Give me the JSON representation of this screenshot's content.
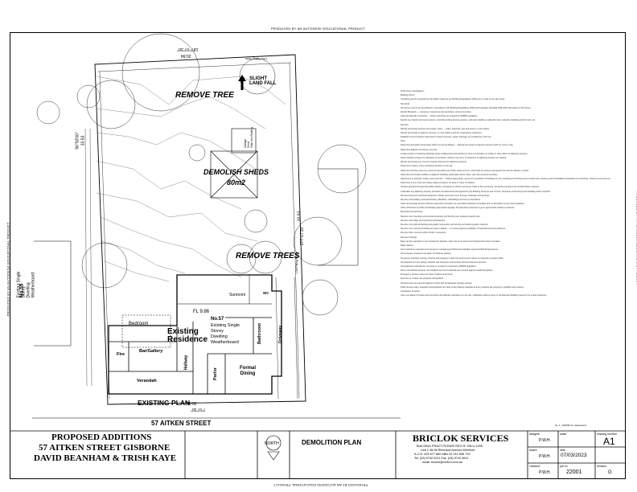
{
  "watermark": "PRODUCED BY AN AUTODESK EDUCATIONAL PRODUCT",
  "plan": {
    "remove_tree_top": "REMOVE TREE",
    "slight_land_fall": "SLIGHT\nLAND FALL",
    "demolish_sheds": "DEMOLISH SHEDS",
    "demolish_area": "80m2",
    "remove_trees": "REMOVE TREES",
    "sunroom": "Sunroom",
    "fl_level": "FL 9.86",
    "bedroom": "Bedroom",
    "bar_gallery": "Bar/Gallery",
    "fire": "Fire",
    "verandah": "Verandah",
    "hallway": "Hallway",
    "parlor": "Parlor",
    "formal_dining": "Formal\nDining",
    "bathroom": "Bathroom",
    "wc": "WC",
    "driveway": "Driveway",
    "existing_residence": "Existing\nResidence",
    "house_no": "No.57",
    "house_desc": "Existing Single\nStorey\nDwelling\nWeatherboard",
    "neighbour_no": "No.55",
    "neighbour_desc": "Existing Single\nStorey\nDwelling\nWeatherboard",
    "existing_plan": "EXISTING PLAN",
    "street": "57 AITKEN STREET",
    "bearing_top": "187°07'30\"",
    "dim_top": "20.84",
    "bearing_left": "96°50'00\"",
    "dim_left": "33.53",
    "bearing_right": "277°17'30\"",
    "dim_right": "33.53",
    "bearing_bottom": "7°07'30\"",
    "dim_bottom": "20.95",
    "fence_top": "1.5m Paling Fence",
    "fence_side": "1.5m Paling Fence",
    "carport": "Garage\nShed\nGalv Iron Roofing"
  },
  "notes": [
    "Preliminary investigations",
    "Building Permit",
    "A building permit is required for demolition works as per Building Regulations 2006 prior to start of any site works.",
    "Structural",
    "Structures need to be demolished in accordance with Building Regulations 2006 and Australian Standard 2601-2001 Demolition of Structures.",
    "Identify Bequests — Licensing, Insurances and secondary voting Committee.",
    "Liaise Ecofriendly Contractor — Notify authorities as required by WMMS legislation.",
    "Identify any hazard structural systems, wind dismantling fencing systems, asbestos cladding residential roofs, asbestos cladding parrish roofs, etc.",
    "Services",
    "Identify and locate services and supply mains — water, electricity, gas and sewer or sub-surface.",
    "Identify and locate emergency services, ie. Fire stations and fire suppression equipment.",
    "Establish survey locations and extent of street services, sewer, drainage, air conditioning, LPG etc.",
    "Sites",
    "Determine demolition parameters will be set out as follows — Identify and retain contiguous services within or entry to site.",
    "Determine adjacent structures near site.",
    "Locate position of retaining (parking) where building being demolished is close to boundary or is likely to have effect on adjoining property.",
    "Notify building surveyor for allocation of protection notices if any form of protection of adjoining property is required.",
    "Identify and locate any common support structure for adjoining property.",
    "Determine location of any underground tanks on the site.",
    "Determine whether and entry points for demolition and other equipment etc. and locate for access and egress from site for delivery of plant.",
    "Assemble and install condition of adjacent buildings particularly where close, upon the property boundary.",
    "Attachment to principal, trades report and site — Where appropriate, secure the properties of buildings for the monitoring of existing items to determine cracking and consolidation associated to monitoring, vertical movements etc.",
    "Determine every, notes and safety safety provisions for area or many of resident.",
    "Surface pipework through Demolition Works in Progress to clients and as per State to the monitoring. Temporary fencing to be erected where required.",
    "Undertake any adjoining property protection as determined and agreed by the Building Surveyor and consult. Temporary and fencing and hoarding where required.",
    "Remove loose and unlocked equipment, fittings and roofs out in fencing, brick/wall, and awnings.",
    "Remove and (loading external sheeting, alteration, outbuildings and sent to site/clients.",
    "Close all openings present (themes improved) removal by an accredited asbestos removalist prior to demolition as per local regulation.",
    "Close off access to public and Display appropriate signage. All requested protection to go in appropriate resulting measures.",
    "Removal Internal Fixing.",
    "Remove roof coverings and provide temporary soft fencing over existing property tops.",
    "Remove secondary and unprotect hydrants/prior",
    "Remove and uplift all flashing and guilder temporarily soft fencing and existing gutters required.",
    "Remove roof covering including any fuser material — to ensure against possibility of materials becoming airborne.",
    "Remove brick, structure either timber to structure.",
    "Remove Footings",
    "Begin all site operations to be checked for hazards, clean site entry points and infrastructure when complete.",
    "Daily clearout.",
    "Non-hazardous materials to be dumped or all approved Refill and Australian approved EPA Requirements.",
    "All necessary measures are taken for distance upkeep.",
    "Temporary hoarding, fencing, shoring and propping in light and secure and in place as required to protect public.",
    "All protection for next sitting materials and structures and services disconnected are secured.",
    "All hazardous materials are removed or crossed as required by WMMS legislation.",
    "Farms demolished properly not Installed over trend materials are secured against accidental ignition.",
    "Emergency access routes are clear of debris at all times.",
    "Dust free or modern are properly extinguished.",
    "All documents are secured against contact with all adequate signage erected.",
    "Public access ways, footpaths thoroughfares are clear of demolished materials and any hazards are properly to qualified and marked.",
    "Completion of works.",
    "Upon completion of works and removal of demolished materials from the site, notification shall be given to the Relevant Building Surveyor for a final inspection."
  ],
  "titleblock": {
    "project_line1": "PROPOSED ADDITIONS",
    "project_line2": "57 AITKEN STREET GISBORNE",
    "project_line3": "DAVID BEANHAM & TRISH KAYE",
    "north": "NORTH",
    "sheet_title": "DEMOLITION PLAN",
    "company": "BRICLOK SERVICES",
    "company_line1": "BUILDING PRACTITIONER REG.N° DB-U-1095",
    "company_line2": "Unit 2 48-58 Riverside Avenue Werribee",
    "company_line3": "A.C.N. 003 977 880        ABN 42 014 558 703",
    "company_line4": "Tel. (03) 9742 5211        Fax. (03) 9742 6611",
    "company_line5": "email: briclok@vertrel.com.au",
    "designer_label": "designer",
    "designer": "P.W.H.",
    "drawn_label": "drawn",
    "drawn": "P.W.H.",
    "checked_label": "checked",
    "checked": "P.W.H.",
    "scale_label": "scale",
    "date_label": "date",
    "date": "07/03/2023",
    "job_label": "job no.",
    "job_no": "22001",
    "sheet_label": "drawing number",
    "sheet_no": "A1",
    "rev_label": "revision",
    "revision": "G",
    "small_note": "No. 1 - 42/2/000 ref. requirements"
  }
}
